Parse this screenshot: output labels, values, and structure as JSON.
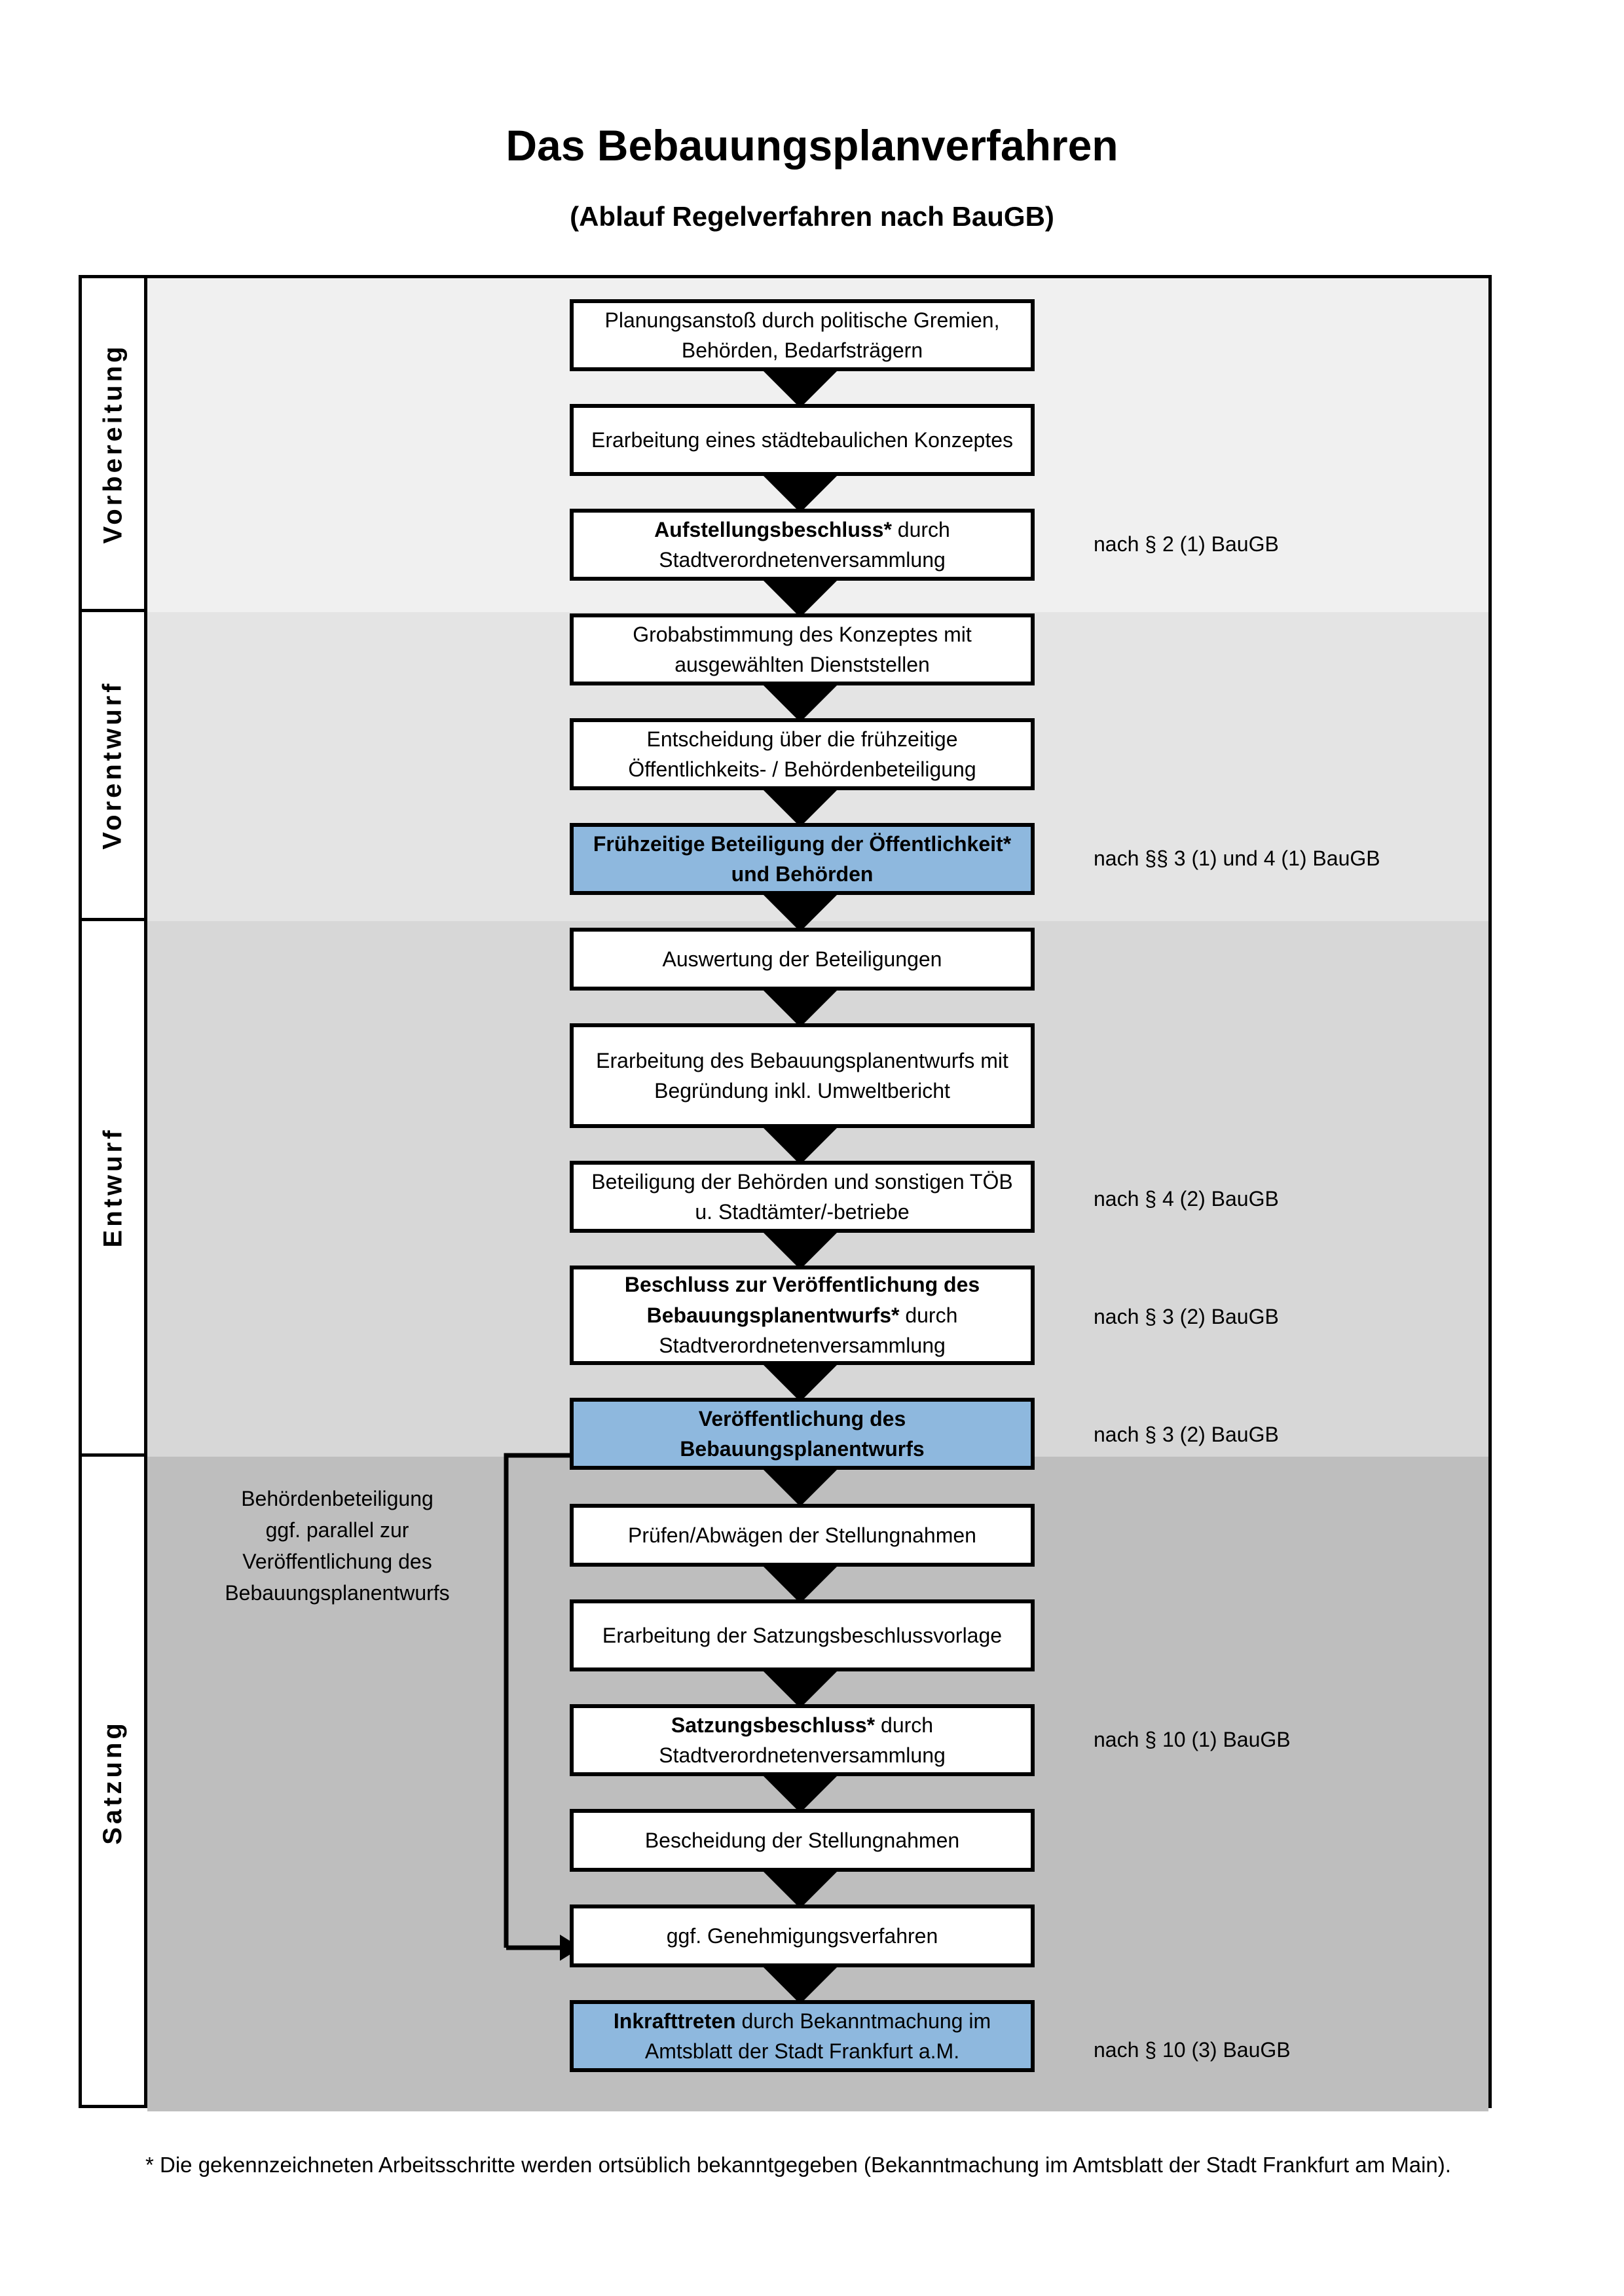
{
  "title": {
    "main": "Das Bebauungsplanverfahren",
    "sub": "(Ablauf Regelverfahren nach BauGB)"
  },
  "colors": {
    "band_vorbereitung": "#F0F0F0",
    "band_vorentwurf": "#E4E4E4",
    "band_entwurf": "#D7D7D7",
    "band_satzung": "#BEBEBE",
    "highlight_blue": "#8EB8DE",
    "stroke": "#000000",
    "box_fill": "#FFFFFF"
  },
  "sections": [
    {
      "id": "vorbereitung",
      "label": "Vorbereitung"
    },
    {
      "id": "vorentwurf",
      "label": "Vorentwurf"
    },
    {
      "id": "entwurf",
      "label": "Entwurf"
    },
    {
      "id": "satzung",
      "label": "Satzung"
    }
  ],
  "steps": [
    {
      "id": "planungsanstoss",
      "section": "vorbereitung",
      "highlight": false,
      "lines": [
        {
          "text": "Planungsanstoß durch politische",
          "bold": false
        },
        {
          "text": "Gremien, Behörden, Bedarfsträgern",
          "bold": false
        }
      ]
    },
    {
      "id": "staedtebauliches-konzept",
      "section": "vorbereitung",
      "highlight": false,
      "lines": [
        {
          "text": "Erarbeitung eines städtebaulichen",
          "bold": false
        },
        {
          "text": "Konzeptes",
          "bold": false
        }
      ]
    },
    {
      "id": "aufstellungsbeschluss",
      "section": "vorbereitung",
      "highlight": false,
      "lines": [
        {
          "text": "Aufstellungsbeschluss*",
          "bold": true
        },
        {
          "text": " durch",
          "bold": false
        },
        {
          "text": "Stadtverordnetenversammlung",
          "bold": false,
          "newline": true
        }
      ]
    },
    {
      "id": "grobabstimmung",
      "section": "vorentwurf",
      "highlight": false,
      "lines": [
        {
          "text": "Grobabstimmung des Konzeptes mit",
          "bold": false
        },
        {
          "text": "ausgewählten Dienststellen",
          "bold": false
        }
      ]
    },
    {
      "id": "entscheidung-fruehzeitige-beteiligung",
      "section": "vorentwurf",
      "highlight": false,
      "lines": [
        {
          "text": "Entscheidung über die frühzeitige",
          "bold": false
        },
        {
          "text": "Öffentlichkeits- / Behördenbeteiligung",
          "bold": false
        }
      ]
    },
    {
      "id": "fruehzeitige-beteiligung",
      "section": "vorentwurf",
      "highlight": true,
      "lines": [
        {
          "text": "Frühzeitige Beteiligung der",
          "bold": true
        },
        {
          "text": "Öffentlichkeit* und Behörden",
          "bold": true
        }
      ]
    },
    {
      "id": "auswertung-beteiligungen",
      "section": "entwurf",
      "highlight": false,
      "lines": [
        {
          "text": "Auswertung der Beteiligungen",
          "bold": false
        }
      ]
    },
    {
      "id": "erarbeitung-bplan-entwurf",
      "section": "entwurf",
      "highlight": false,
      "lines": [
        {
          "text": "Erarbeitung des",
          "bold": false
        },
        {
          "text": "Bebauungsplanentwurfs mit",
          "bold": false
        },
        {
          "text": "Begründung inkl. Umweltbericht",
          "bold": false
        }
      ]
    },
    {
      "id": "beteiligung-behoerden-toeb",
      "section": "entwurf",
      "highlight": false,
      "lines": [
        {
          "text": "Beteiligung der Behörden und",
          "bold": false
        },
        {
          "text": "sonstigen TÖB u. Stadtämter/-betriebe",
          "bold": false
        }
      ]
    },
    {
      "id": "beschluss-veroeffentlichung",
      "section": "entwurf",
      "highlight": false,
      "lines": [
        {
          "text": "Beschluss zur Veröffentlichung des",
          "bold": true
        },
        {
          "text": "Bebauungsplanentwurfs*",
          "bold": true
        },
        {
          "text": " durch",
          "bold": false
        },
        {
          "text": "Stadtverordnetenversammlung",
          "bold": false,
          "newline": true
        }
      ]
    },
    {
      "id": "veroeffentlichung-bplan",
      "section": "entwurf",
      "highlight": true,
      "lines": [
        {
          "text": "Veröffentlichung des",
          "bold": true
        },
        {
          "text": "Bebauungsplanentwurfs",
          "bold": true
        }
      ]
    },
    {
      "id": "pruefen-abwaegen",
      "section": "satzung",
      "highlight": false,
      "lines": [
        {
          "text": "Prüfen/Abwägen der Stellungnahmen",
          "bold": false
        }
      ]
    },
    {
      "id": "erarbeitung-satzungsbeschlussvorlage",
      "section": "satzung",
      "highlight": false,
      "lines": [
        {
          "text": "Erarbeitung der",
          "bold": false
        },
        {
          "text": "Satzungsbeschlussvorlage",
          "bold": false
        }
      ]
    },
    {
      "id": "satzungsbeschluss",
      "section": "satzung",
      "highlight": false,
      "lines": [
        {
          "text": "Satzungsbeschluss*",
          "bold": true
        },
        {
          "text": " durch",
          "bold": false
        },
        {
          "text": "Stadtverordnetenversammlung",
          "bold": false,
          "newline": true
        }
      ]
    },
    {
      "id": "bescheidung-stellungnahmen",
      "section": "satzung",
      "highlight": false,
      "lines": [
        {
          "text": "Bescheidung der Stellungnahmen",
          "bold": false
        }
      ]
    },
    {
      "id": "ggf-genehmigungsverfahren",
      "section": "satzung",
      "highlight": false,
      "lines": [
        {
          "text": "ggf. Genehmigungsverfahren",
          "bold": false
        }
      ]
    },
    {
      "id": "inkrafttreten",
      "section": "satzung",
      "highlight": true,
      "lines": [
        {
          "text": "Inkrafttreten",
          "bold": true
        },
        {
          "text": " durch Bekanntmachung",
          "bold": false
        },
        {
          "text": "im Amtsblatt der Stadt Frankfurt a.M.",
          "bold": false,
          "newline": true
        }
      ]
    }
  ],
  "step_text": {
    "planungsanstoss": "Planungsanstoß durch politische Gremien, Behörden, Bedarfsträgern",
    "staedtebauliches_konzept": "Erarbeitung eines städtebaulichen Konzeptes",
    "aufstellungsbeschluss": "Aufstellungsbeschluss* durch Stadtverordnetenversammlung",
    "grobabstimmung": "Grobabstimmung des Konzeptes mit ausgewählten Dienststellen",
    "entscheidung": "Entscheidung über die frühzeitige Öffentlichkeits- / Behördenbeteiligung",
    "fruehzeitige_beteiligung": "Frühzeitige Beteiligung der Öffentlichkeit* und Behörden",
    "auswertung": "Auswertung der Beteiligungen",
    "erarbeitung_entwurf": "Erarbeitung des Bebauungsplanentwurfs mit Begründung inkl. Umweltbericht",
    "beteiligung_toeb": "Beteiligung der Behörden und sonstigen TÖB u. Stadtämter/-betriebe",
    "beschluss_veroeffentlichung": "Beschluss zur Veröffentlichung des Bebauungsplanentwurfs* durch Stadtverordnetenversammlung",
    "veroeffentlichung": "Veröffentlichung des Bebauungsplanentwurfs",
    "pruefen_abwaegen": "Prüfen/Abwägen der Stellungnahmen",
    "erarbeitung_vorlage": "Erarbeitung der Satzungsbeschlussvorlage",
    "satzungsbeschluss": "Satzungsbeschluss* durch Stadtverordnetenversammlung",
    "bescheidung": "Bescheidung der Stellungnahmen",
    "genehmigungsverfahren": "ggf. Genehmigungsverfahren",
    "inkrafttreten": "Inkrafttreten durch Bekanntmachung im Amtsblatt der Stadt Frankfurt a.M."
  },
  "notes": [
    {
      "id": "note-par2",
      "text": "nach § 2 (1) BauGB"
    },
    {
      "id": "note-par3-1-4-1",
      "text": "nach §§ 3 (1) und 4 (1) BauGB"
    },
    {
      "id": "note-par4-2",
      "text": "nach § 4 (2) BauGB"
    },
    {
      "id": "note-par3-2-a",
      "text": "nach § 3 (2) BauGB"
    },
    {
      "id": "note-par3-2-b",
      "text": "nach § 3 (2) BauGB"
    },
    {
      "id": "note-par10-1",
      "text": "nach § 10 (1) BauGB"
    },
    {
      "id": "note-par10-3",
      "text": "nach § 10 (3) BauGB"
    }
  ],
  "side_note": {
    "line1": "Behördenbeteiligung",
    "line2": "ggf. parallel zur",
    "line3": "Veröffentlichung des",
    "line4": "Bebauungsplanentwurfs"
  },
  "footnote": {
    "text": "* Die gekennzeichneten Arbeitsschritte werden ortsüblich bekanntgegeben (Bekanntmachung im Amtsblatt  der Stadt Frankfurt am Main)."
  }
}
